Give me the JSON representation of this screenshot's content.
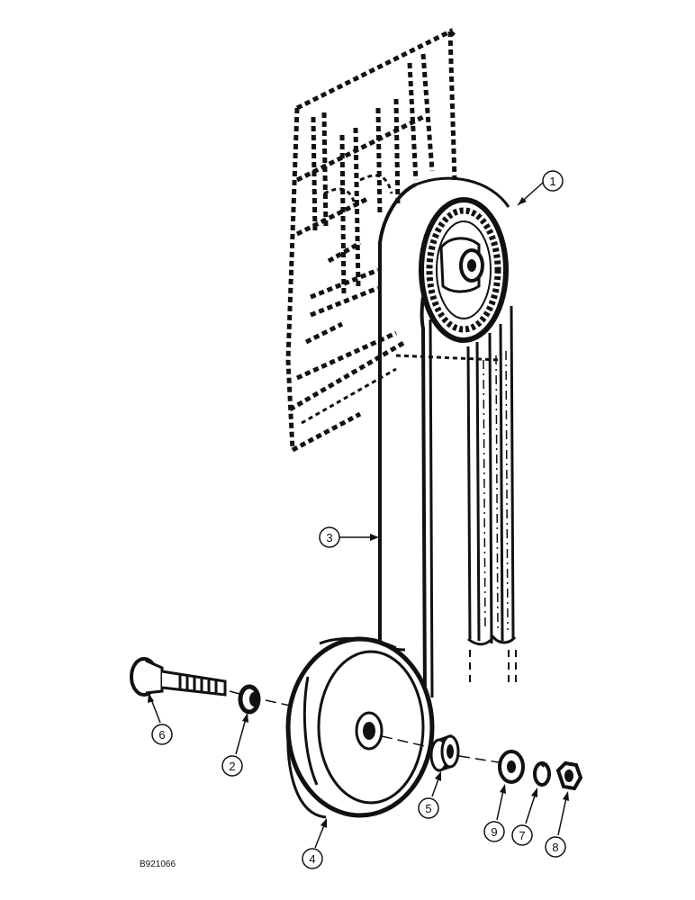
{
  "figure_id": "B921066",
  "callouts": [
    "1",
    "2",
    "3",
    "4",
    "5",
    "6",
    "7",
    "8",
    "9"
  ],
  "colors": {
    "ink": "#111111",
    "background": "#ffffff"
  }
}
